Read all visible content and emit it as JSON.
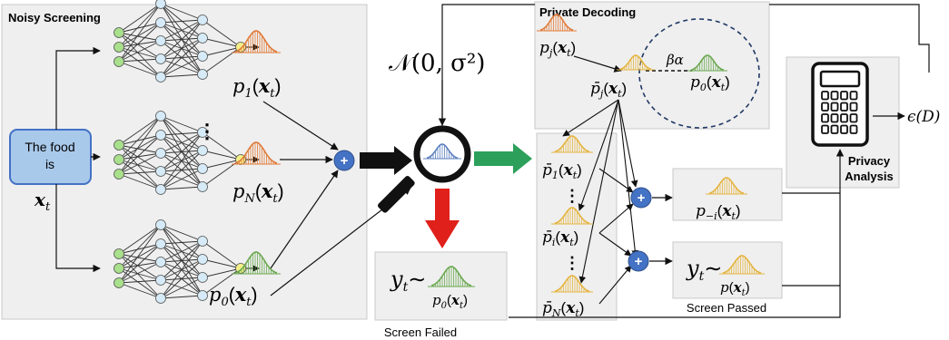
{
  "panels": {
    "noisy_screening": "Noisy Screening",
    "private_decoding": "Private Decoding",
    "privacy_analysis": [
      "Privacy",
      "Analysis"
    ]
  },
  "input_box": {
    "line1": "The food",
    "line2": "is"
  },
  "input_var": "x",
  "input_sub": "t",
  "noise": "𝒩(0, σ²)",
  "vdots": "⋮",
  "models": [
    {
      "p": "p",
      "sub": "1",
      "arg": "x",
      "argsub": "t"
    },
    {
      "p": "p",
      "sub": "N",
      "arg": "x",
      "argsub": "t"
    },
    {
      "p": "p",
      "sub": "0",
      "arg": "x",
      "argsub": "t"
    }
  ],
  "plus": "+",
  "decoding": {
    "pj": {
      "p": "p",
      "sub": "j",
      "arg": "x",
      "argsub": "t"
    },
    "pjbar": {
      "p": "p̄",
      "sub": "j",
      "arg": "x",
      "argsub": "t"
    },
    "p0": {
      "p": "p",
      "sub": "0",
      "arg": "x",
      "argsub": "t"
    },
    "beta_alpha": "βα"
  },
  "bar_list": [
    {
      "p": "p̄",
      "sub": "1",
      "arg": "x",
      "argsub": "t"
    },
    {
      "p": "p̄",
      "sub": "i",
      "arg": "x",
      "argsub": "t"
    },
    {
      "p": "p̄",
      "sub": "N",
      "arg": "x",
      "argsub": "t"
    }
  ],
  "p_minus_i": {
    "p": "p",
    "sub": "−i",
    "arg": "x",
    "argsub": "t"
  },
  "epsilon": "ϵ(D)",
  "failed": {
    "y": "y",
    "ysub": "t",
    "tilde": "∼",
    "dist": {
      "p": "p",
      "sub": "0",
      "arg": "x",
      "argsub": "t"
    },
    "caption": "Screen Failed"
  },
  "passed": {
    "y": "y",
    "ysub": "t",
    "tilde": "∼",
    "dist": {
      "p": "p",
      "arg": "x",
      "argsub": "t"
    },
    "caption": "Screen Passed"
  },
  "colors": {
    "panel_fill": "#efefef",
    "input_fill": "#a9c9eb",
    "input_stroke": "#4472c4",
    "node_blue": "#d6ebf7",
    "node_green": "#a9e08c",
    "node_yellow": "#f4f089",
    "plus_fill": "#4472c4",
    "arrow_black": "#111111",
    "arrow_green": "#2ca05a",
    "arrow_red": "#e0201a",
    "dist_orange": "#e07b39",
    "dist_green": "#6aa84f",
    "dist_yellow": "#e5b440",
    "dist_blue": "#5b7fbf"
  }
}
